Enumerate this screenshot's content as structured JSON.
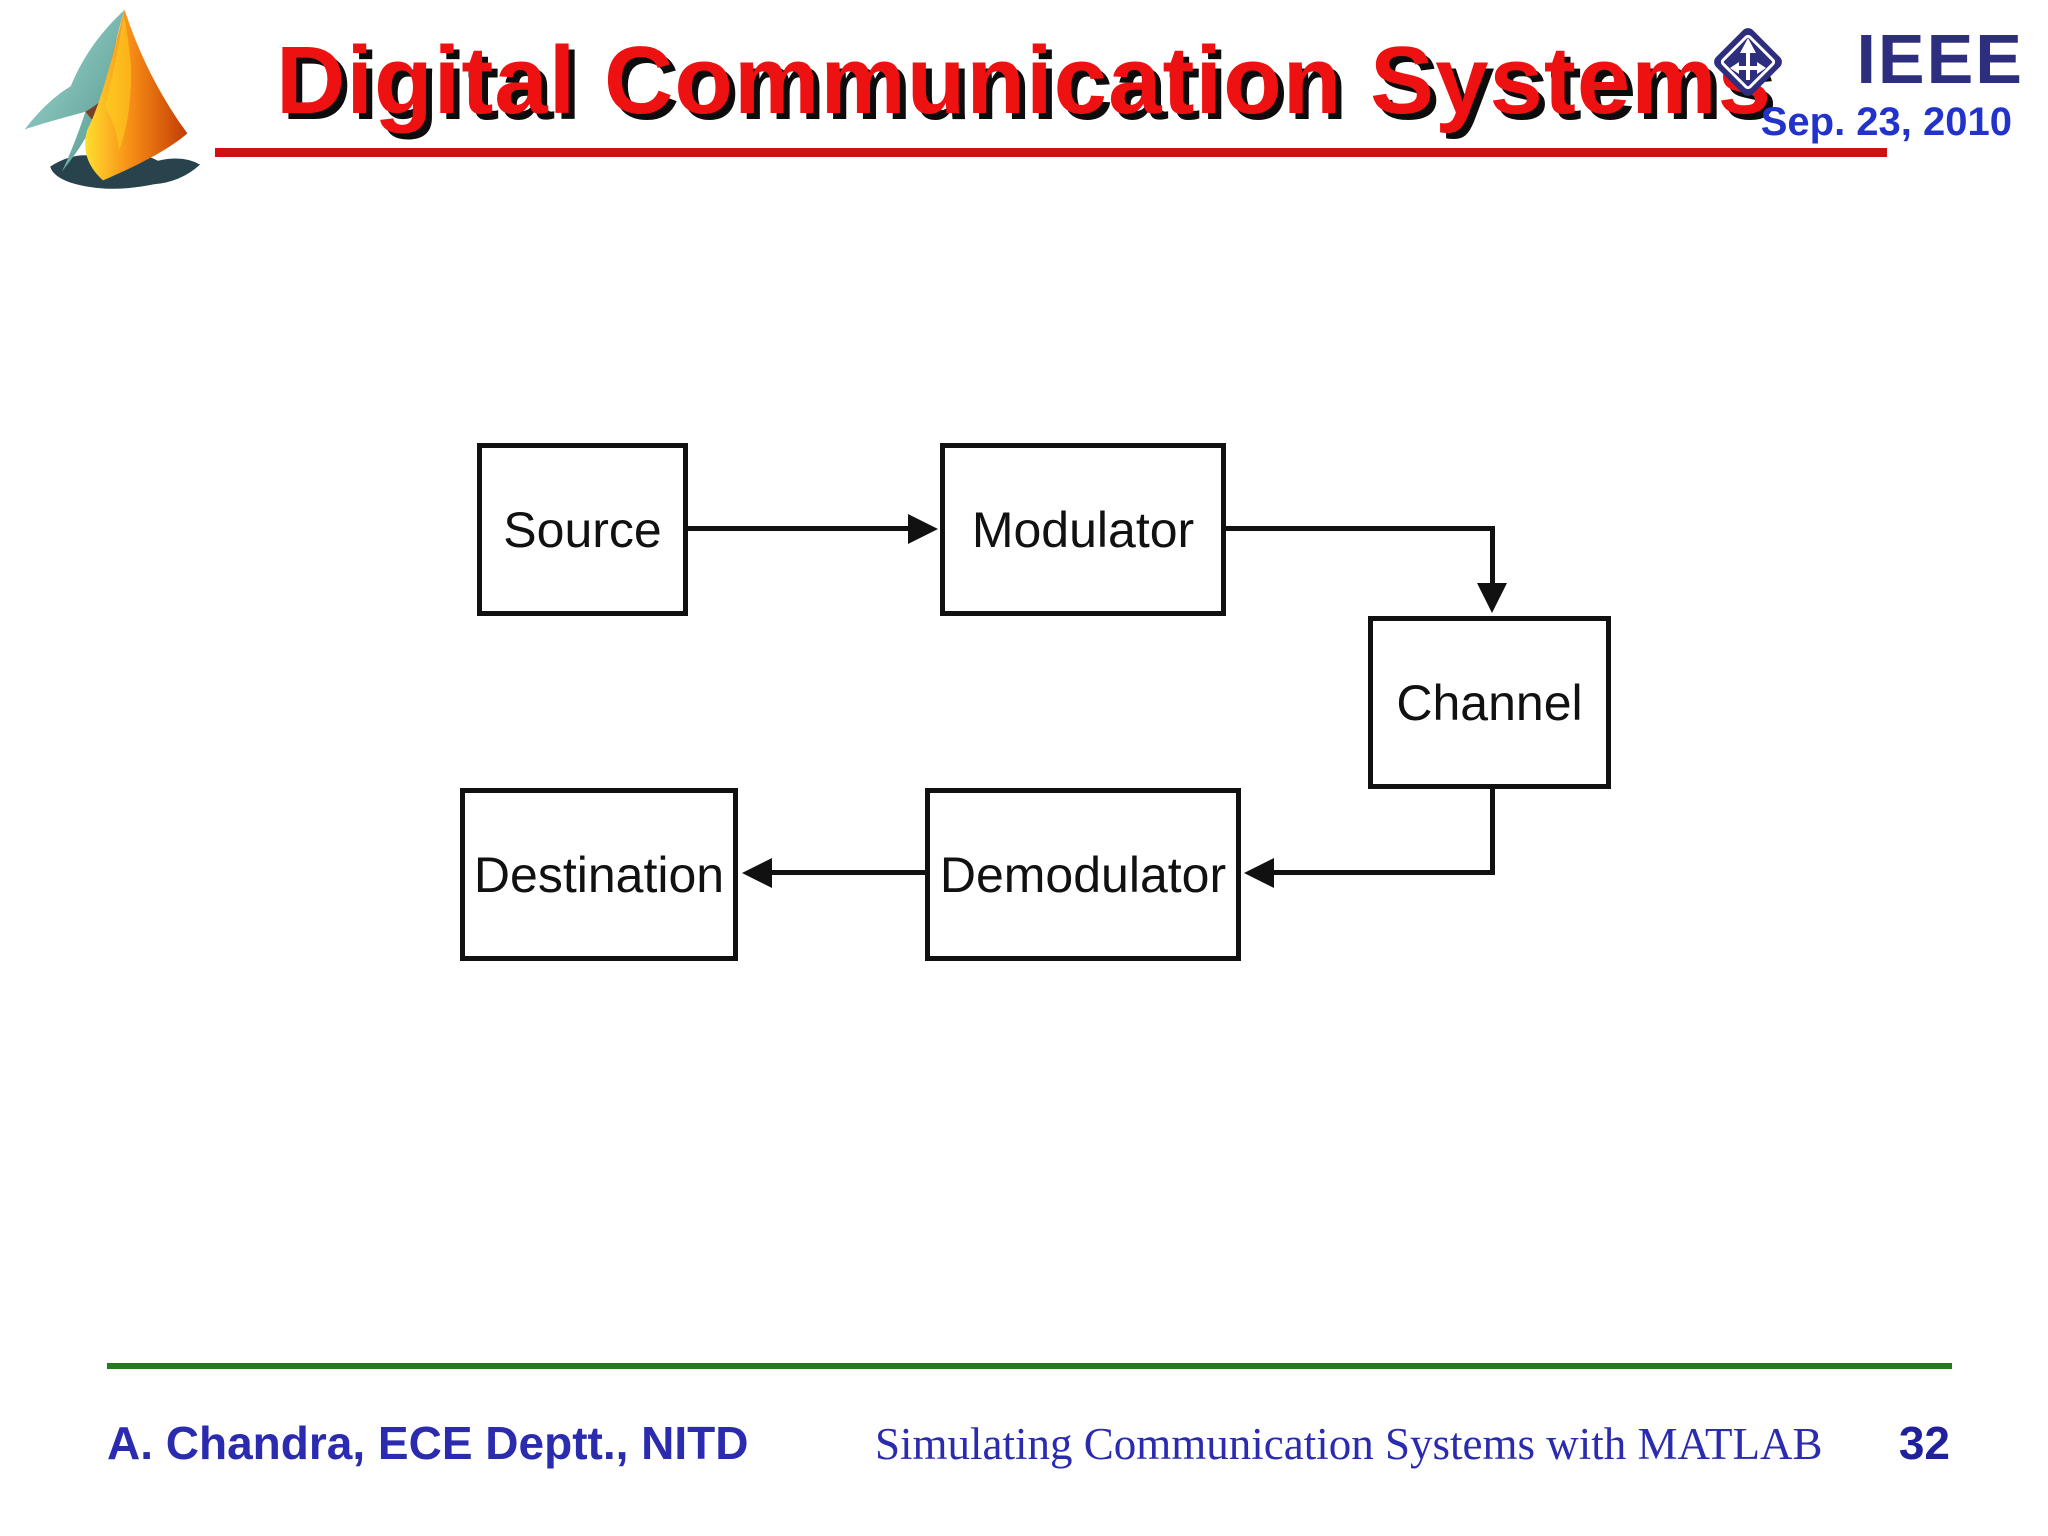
{
  "header": {
    "title": "Digital Communication Systems",
    "ieee_label": "IEEE",
    "date": "Sep. 23, 2010"
  },
  "diagram": {
    "nodes": [
      {
        "id": "source",
        "label": "Source"
      },
      {
        "id": "modulator",
        "label": "Modulator"
      },
      {
        "id": "channel",
        "label": "Channel"
      },
      {
        "id": "demodulator",
        "label": "Demodulator"
      },
      {
        "id": "destination",
        "label": "Destination"
      }
    ],
    "edges": [
      {
        "from": "source",
        "to": "modulator"
      },
      {
        "from": "modulator",
        "to": "channel"
      },
      {
        "from": "channel",
        "to": "demodulator"
      },
      {
        "from": "demodulator",
        "to": "destination"
      }
    ]
  },
  "footer": {
    "author": "A. Chandra, ECE Deptt., NITD",
    "center_text": "Simulating Communication Systems with MATLAB",
    "page_number": "32"
  },
  "icons": {
    "matlab_logo": "matlab-membrane-logo",
    "ieee_diamond": "ieee-kite-icon"
  },
  "colors": {
    "title-red": "#ee1111",
    "rule-red": "#cf1111",
    "ieee-navy": "#2e2e7e",
    "date-blue": "#2233cc",
    "footer-blue": "#2b2bb0",
    "page-blue": "#20209c",
    "rule-green": "#1e7e1e",
    "diagram-ink": "#111111"
  }
}
